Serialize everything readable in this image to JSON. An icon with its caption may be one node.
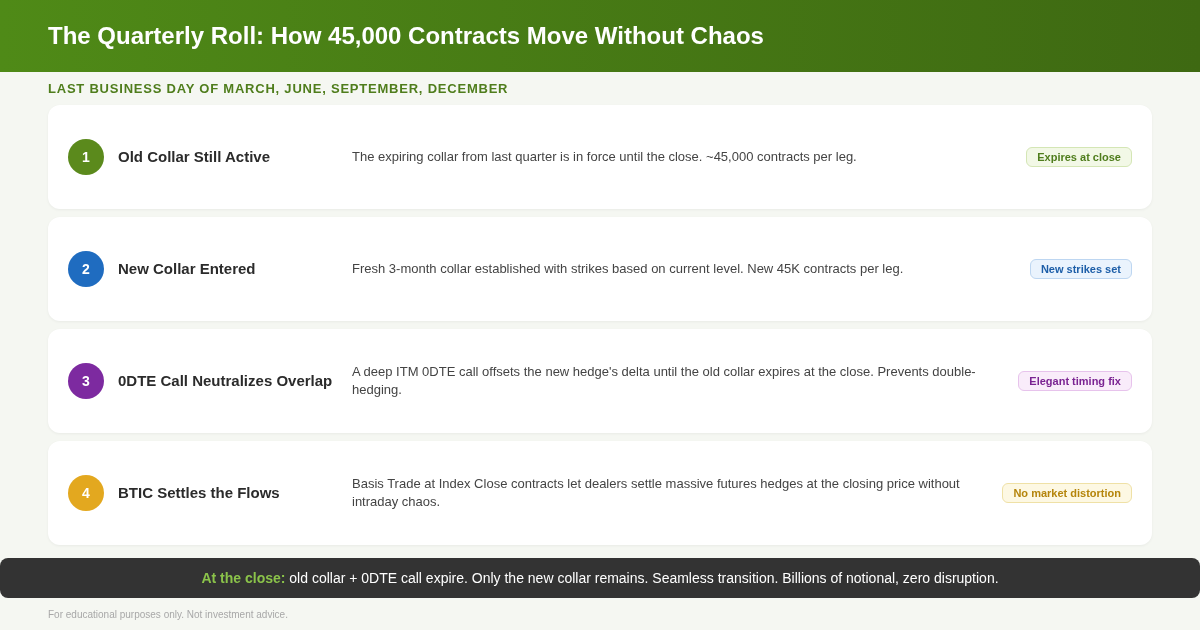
{
  "diagram": {
    "title": "The Quarterly Roll: How 45,000 Contracts Move Without Chaos",
    "nodes": [
      {
        "text": [
          "Old Collar Still Active",
          "The expiring collar from last quarter is in force until the close. ~45,000 contracts per leg."
        ]
      },
      {
        "text": [
          "1"
        ],
        "in": 0
      },
      {
        "text": [
          "Expires at close"
        ],
        "in": 0
      },
      {
        "text": [
          "New Collar Entered",
          "Fresh 3-month collar established with strikes based on current level. New 45K contracts per leg."
        ]
      },
      {
        "text": [
          "2"
        ],
        "in": 3
      },
      {
        "text": [
          "New strikes set"
        ],
        "in": 3
      },
      {
        "text": [
          "0DTE Call Neutralizes Overlap",
          "A deep ITM 0DTE call offsets the new hedge's delta until the old collar expires at the close. Prevents double-hedging."
        ]
      },
      {
        "text": [
          "3"
        ],
        "in": 6
      },
      {
        "text": [
          "Elegant timing fix"
        ],
        "in": 6
      },
      {
        "text": [
          "BTIC Settles the Flows",
          "Basis Trade at Index Close contracts let dealers settle massive futures hedges at the closing price without intraday chaos."
        ]
      },
      {
        "text": [
          "4"
        ],
        "in": 9
      },
      {
        "text": [
          "No market distortion"
        ],
        "in": 9
      },
      {
        "text": [
          "**At the close:** old collar + 0DTE call expire. Only the new collar remains. Seamless transition. Billions of notional, zero disruption."
        ]
      }
    ],
    "labels": [
      "LAST BUSINESS DAY OF MARCH, JUNE, SEPTEMBER, DECEMBER",
      "For educational purposes only. Not investment advice."
    ]
  }
}
